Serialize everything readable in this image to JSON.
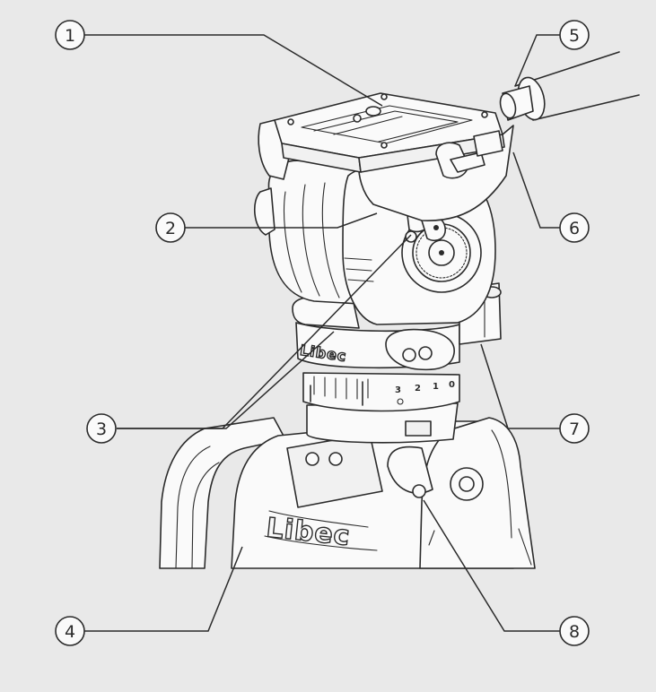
{
  "brand": {
    "legs_logo": "Libec",
    "head_logo": "Libec"
  },
  "scale_ticks": [
    "3",
    "2",
    "1",
    "0"
  ],
  "callouts": [
    {
      "id": "1",
      "label": "1"
    },
    {
      "id": "2",
      "label": "2"
    },
    {
      "id": "3",
      "label": "3"
    },
    {
      "id": "4",
      "label": "4"
    },
    {
      "id": "5",
      "label": "5"
    },
    {
      "id": "6",
      "label": "6"
    },
    {
      "id": "7",
      "label": "7"
    },
    {
      "id": "8",
      "label": "8"
    }
  ],
  "colors": {
    "background": "#e9e9e9",
    "line": "#2b2b2b",
    "fill": "#fafafa"
  }
}
